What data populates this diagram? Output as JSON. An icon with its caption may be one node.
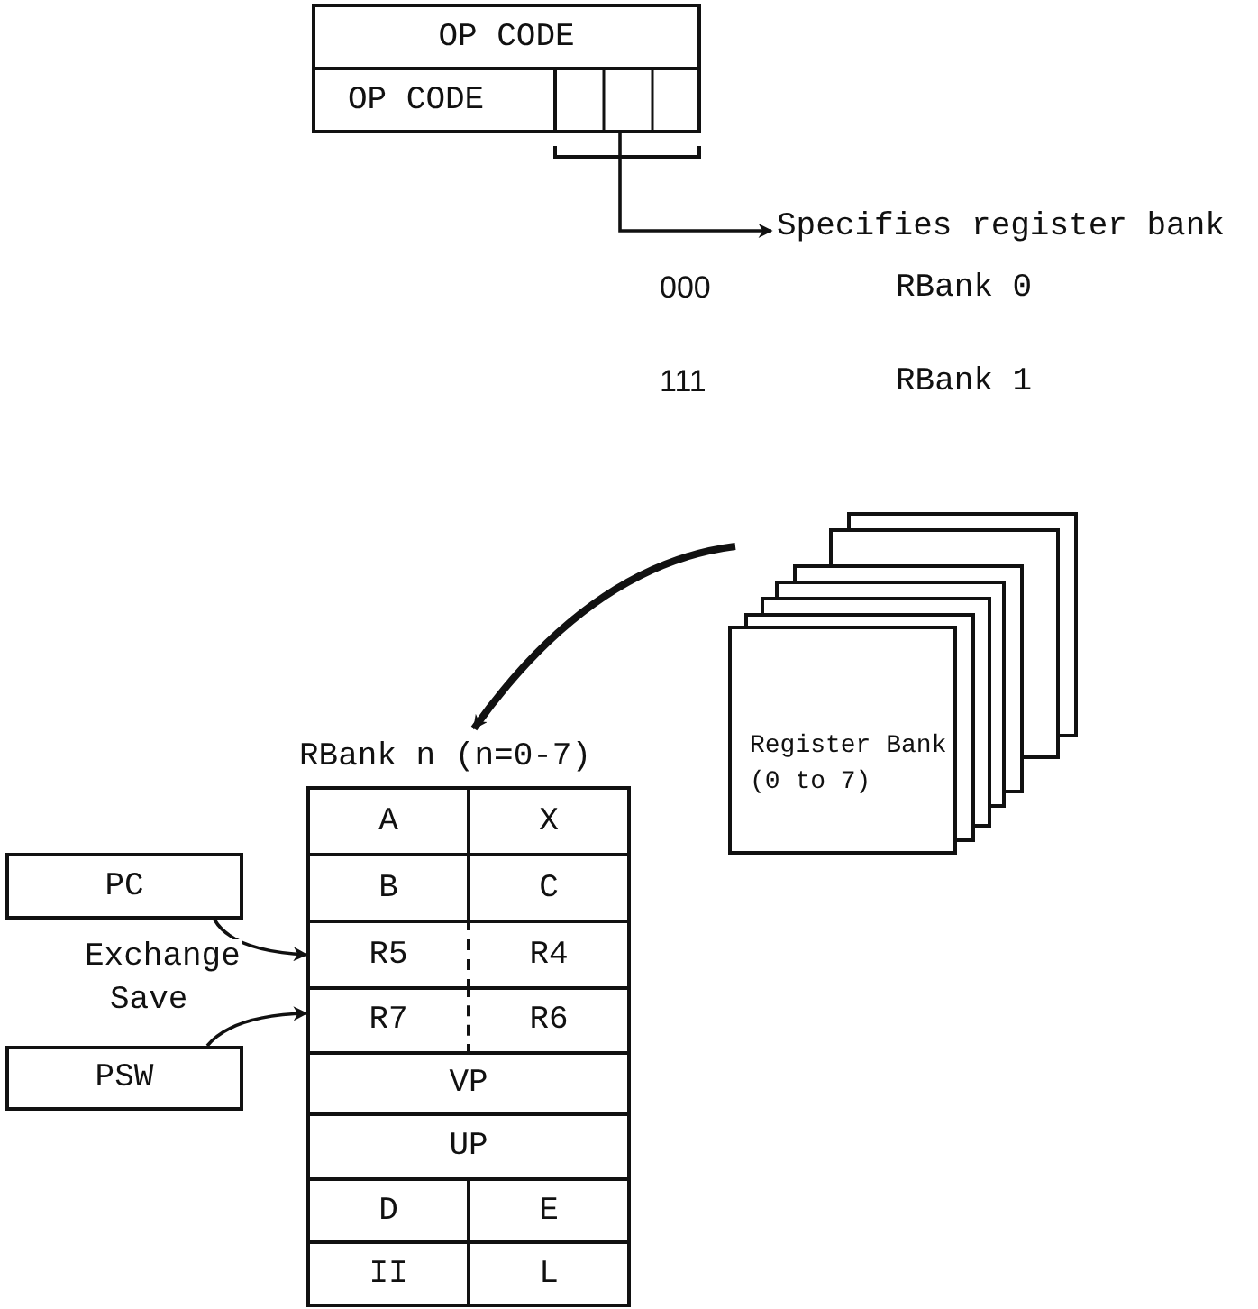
{
  "diagram": {
    "nodes": [
      {
        "text": [
          "OP CODE"
        ]
      },
      {
        "text": [
          "OP CODE"
        ]
      },
      {
        "text": [],
        "shape": "box",
        "in": 1
      },
      {
        "text": [
          "Specifies register bank"
        ]
      },
      {
        "text": [
          "Register Bank (0 to 7)"
        ]
      },
      {
        "text": [
          "RBank n (n=0-7)"
        ]
      },
      {
        "text": [
          "A"
        ],
        "in": 5
      },
      {
        "text": [
          "X"
        ],
        "in": 5
      },
      {
        "text": [
          "B"
        ],
        "in": 5
      },
      {
        "text": [
          "C"
        ],
        "in": 5
      },
      {
        "text": [
          "R5"
        ],
        "in": 5
      },
      {
        "text": [
          "R4"
        ],
        "in": 5
      },
      {
        "text": [
          "R7"
        ],
        "in": 5
      },
      {
        "text": [
          "R6"
        ],
        "in": 5
      },
      {
        "text": [
          "VP"
        ],
        "in": 5
      },
      {
        "text": [
          "UP"
        ],
        "in": 5
      },
      {
        "text": [
          "D"
        ],
        "in": 5
      },
      {
        "text": [
          "E"
        ],
        "in": 5
      },
      {
        "text": [
          "II"
        ],
        "in": 5
      },
      {
        "text": [
          "L"
        ],
        "in": 5
      },
      {
        "text": [
          "PC"
        ]
      },
      {
        "text": [
          "PSW"
        ]
      }
    ],
    "edges": [
      {
        "from": 2,
        "to": 3,
        "arrow": "to"
      },
      {
        "from": 4,
        "to": 5,
        "arrow": "to",
        "style": "thick"
      },
      {
        "from": 20,
        "to": 10,
        "arrow": "to",
        "label": "Exchange"
      },
      {
        "from": 21,
        "to": 12,
        "arrow": "to",
        "label": "Save"
      }
    ],
    "labels": [
      "000",
      "RBank 0",
      "111",
      "RBank 1"
    ]
  }
}
